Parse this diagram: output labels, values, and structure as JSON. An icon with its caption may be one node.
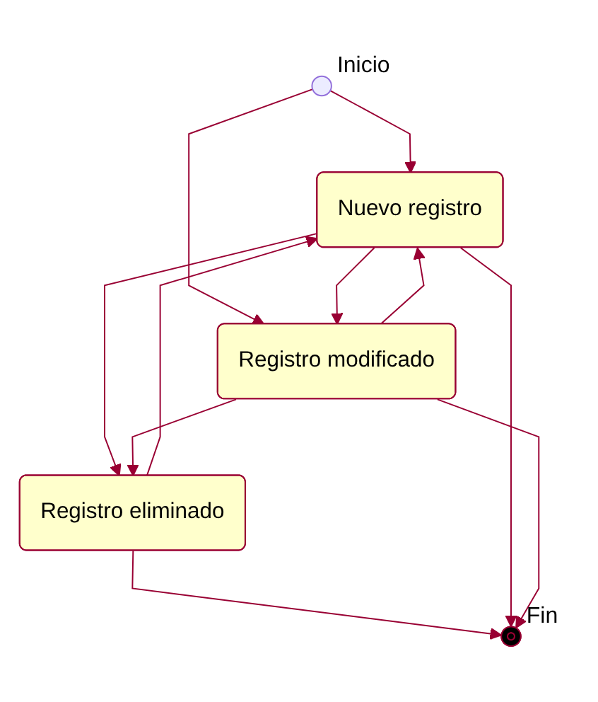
{
  "diagram": {
    "nodes": [
      {
        "text": [],
        "shape": "circle",
        "beside": [
          "Inicio"
        ]
      },
      {
        "text": [
          "Nuevo registro"
        ]
      },
      {
        "text": [
          "Registro modificado"
        ]
      },
      {
        "text": [
          "Registro eliminado"
        ]
      },
      {
        "text": [],
        "shape": "circle",
        "beside": [
          "Fin"
        ]
      }
    ],
    "edges": [
      {
        "from": 0,
        "to": 1,
        "arrow": "to"
      },
      {
        "from": 0,
        "to": 2,
        "arrow": "to"
      },
      {
        "from": 1,
        "to": 2,
        "arrow": "to"
      },
      {
        "from": 2,
        "to": 1,
        "arrow": "to"
      },
      {
        "from": 1,
        "to": 3,
        "arrow": "to"
      },
      {
        "from": 3,
        "to": 1,
        "arrow": "to"
      },
      {
        "from": 2,
        "to": 3,
        "arrow": "to"
      },
      {
        "from": 3,
        "to": 4,
        "arrow": "to"
      },
      {
        "from": 1,
        "to": 4,
        "arrow": "to"
      },
      {
        "from": 2,
        "to": 4,
        "arrow": "to"
      }
    ]
  }
}
